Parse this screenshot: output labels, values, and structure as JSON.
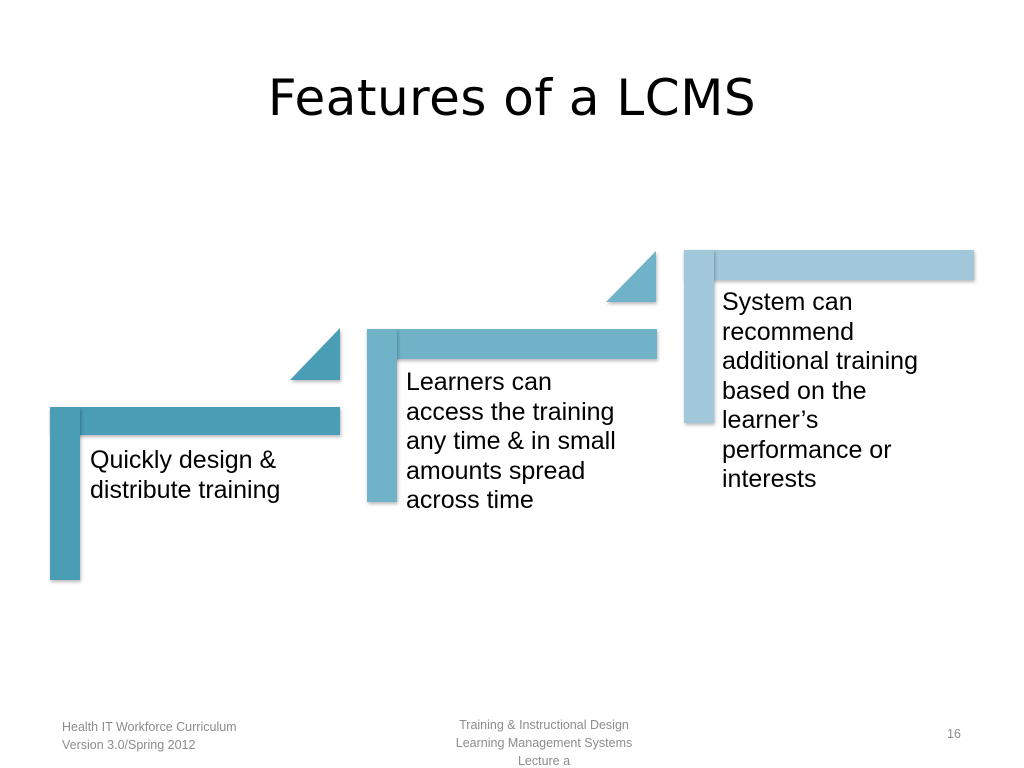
{
  "slide": {
    "title": "Features of a LCMS",
    "steps": [
      {
        "lines": [
          "Quickly design &",
          "distribute training"
        ],
        "color": "#4a9db5"
      },
      {
        "lines": [
          "Learners can",
          "access the training",
          "any time & in small",
          "amounts spread",
          "across time"
        ],
        "color": "#6fb3c8"
      },
      {
        "lines": [
          "System can",
          "recommend",
          "additional training",
          "based on the",
          "learner’s",
          "performance or",
          "interests"
        ],
        "color": "#a0c8da"
      }
    ],
    "footer": {
      "left": [
        "Health IT Workforce Curriculum",
        "Version 3.0/Spring 2012"
      ],
      "center": [
        "Training & Instructional Design",
        "Learning Management Systems",
        "Lecture a"
      ],
      "page_number": "16"
    }
  }
}
